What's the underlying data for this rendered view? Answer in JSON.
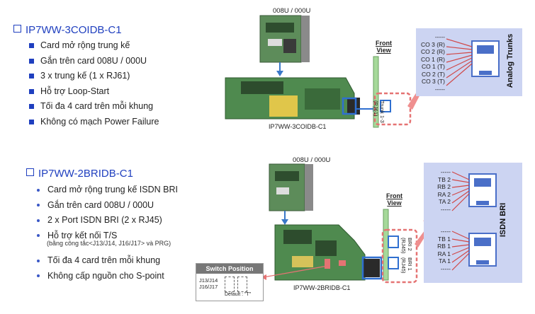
{
  "section1": {
    "title": "IP7WW-3COIDB-C1",
    "items": [
      "Card mở rộng trung kế",
      "Gắn trên card 008U / 000U",
      "3 x trung kế (1 x RJ61)",
      "Hỗ trợ Loop-Start",
      "Tối đa 4 card trên mỗi khung",
      "Không có mạch Power Failure"
    ],
    "card_top_label": "008U / 000U",
    "card_label": "IP7WW-3COIDB-C1",
    "front_view": [
      "Front",
      "View"
    ],
    "port_label": [
      "Trunk 1-3",
      "(RJ61)"
    ],
    "pins": [
      "-----",
      "CO 3 (R)",
      "CO 2 (R)",
      "CO 1 (R)",
      "CO 1 (T)",
      "CO 2 (T)",
      "CO 3 (T)",
      "-----"
    ],
    "panel_title": "Analog Trunks"
  },
  "section2": {
    "title": "IP7WW-2BRIDB-C1",
    "items": [
      "Card mở rộng trung kế ISDN BRI",
      "Gắn trên card 008U / 000U",
      "2 x Port ISDN BRI (2 x RJ45)",
      "Hỗ trợ kết nối T/S",
      "Tối đa 4 card trên mỗi khung",
      "Không cấp nguồn cho S-point"
    ],
    "note": "(bằng công tắc<J13/J14, J16/J17> và PRG)",
    "card_top_label": "008U / 000U",
    "card_label": "IP7WW-2BRIDB-C1",
    "front_view": [
      "Front",
      "View"
    ],
    "port_label_top": [
      "BRI 2",
      "(RJ45)"
    ],
    "port_label_bottom": [
      "BRI 1",
      "(RJ45)"
    ],
    "pins_top": [
      "-----",
      "TB 2",
      "RB 2",
      "RA 2",
      "TA 2",
      "-----"
    ],
    "pins_bottom": [
      "-----",
      "TB 1",
      "RB 1",
      "RA 1",
      "TA 1",
      "-----"
    ],
    "panel_title": "ISDN BRI",
    "switch": {
      "title": "Switch Position",
      "labels": [
        "J13/J14",
        "J16/J17"
      ],
      "default": "Default : \"T\""
    }
  },
  "colors": {
    "title_blue": "#1f3fbf",
    "pcb_green": "#4f8a4f",
    "panel": "#ccd4f2",
    "highlight": "#e57373"
  }
}
